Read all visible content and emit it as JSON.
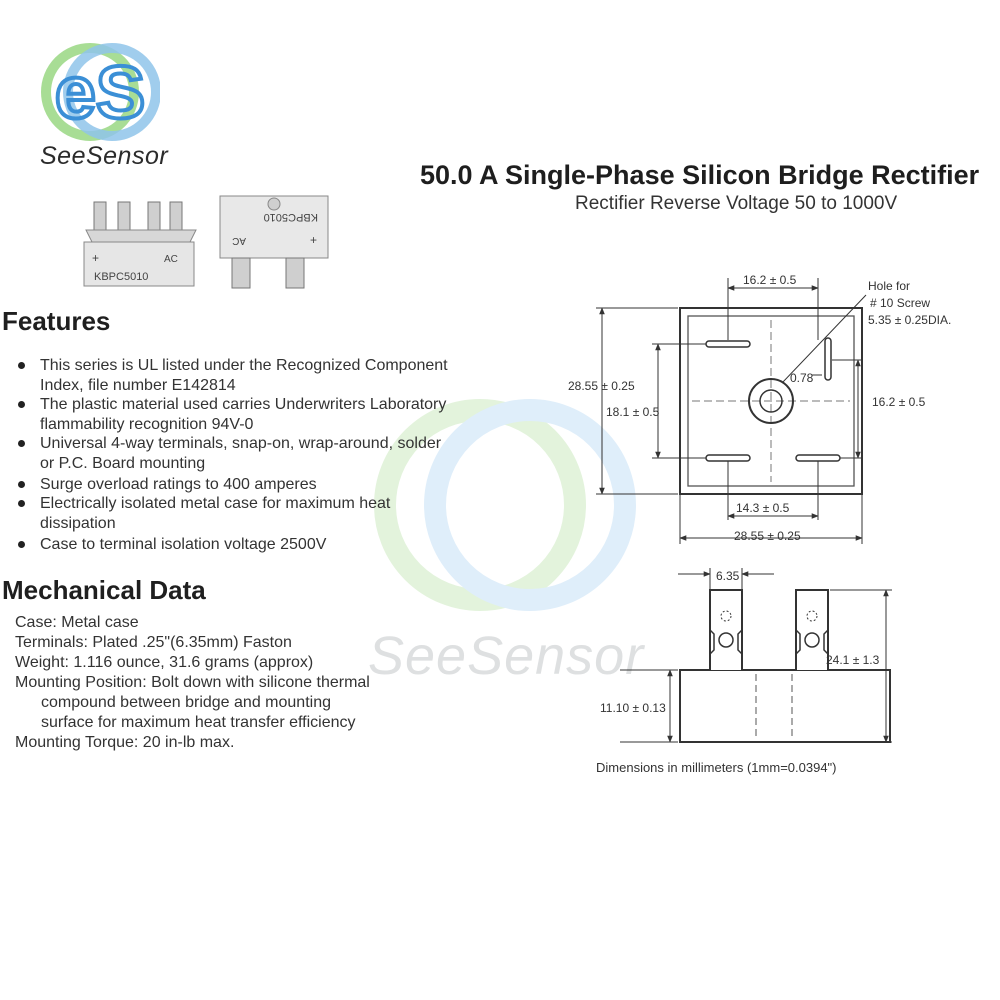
{
  "brand": {
    "name": "SeeSensor",
    "watermark_text": "SeeSensor",
    "logo_letters": "eS"
  },
  "title": "50.0 A Single-Phase Silicon Bridge Rectifier",
  "subtitle": "Rectifier Reverse Voltage 50 to 1000V",
  "product_labels": {
    "front_part": "KBPC5010",
    "front_plus": "+",
    "front_ac": "AC",
    "back_part": "KBPC5010",
    "back_ac": "AC",
    "back_plus": "+"
  },
  "features": {
    "heading": "Features",
    "items": [
      "This series is UL listed under the Recognized Component Index, file number E142814",
      "The plastic material used carries Underwriters Laboratory flammability recognition 94V-0",
      "Universal 4-way terminals, snap-on, wrap-around, solder or P.C. Board mounting",
      "Surge overload ratings to 400 amperes",
      "Electrically isolated metal case for maximum heat dissipation",
      "Case to terminal isolation voltage 2500V"
    ]
  },
  "mechanical": {
    "heading": "Mechanical Data",
    "lines": [
      "Case: Metal case",
      "Terminals: Plated .25\"(6.35mm) Faston",
      "Weight: 1.116 ounce, 31.6 grams (approx)",
      "Mounting Position: Bolt down with silicone thermal",
      "compound between bridge and mounting",
      "surface for maximum heat transfer efficiency",
      "Mounting Torque: 20 in-lb max."
    ]
  },
  "dimensions": {
    "top_spacing": "16.2 ± 0.5",
    "hole_note_1": "Hole for",
    "hole_note_2": "# 10 Screw",
    "hole_note_3": "5.35 ± 0.25DIA.",
    "terminal_width": "0.78",
    "height_outer": "28.55 ± 0.25",
    "height_inner": "18.1 ± 0.5",
    "right_spacing": "16.2 ± 0.5",
    "bottom_spacing": "14.3 ± 0.5",
    "width_outer": "28.55 ± 0.25",
    "tab_width": "6.35",
    "total_height": "24.1 ± 1.3",
    "body_height": "11.10 ± 0.13",
    "units_note": "Dimensions in millimeters (1mm=0.0394\")"
  }
}
